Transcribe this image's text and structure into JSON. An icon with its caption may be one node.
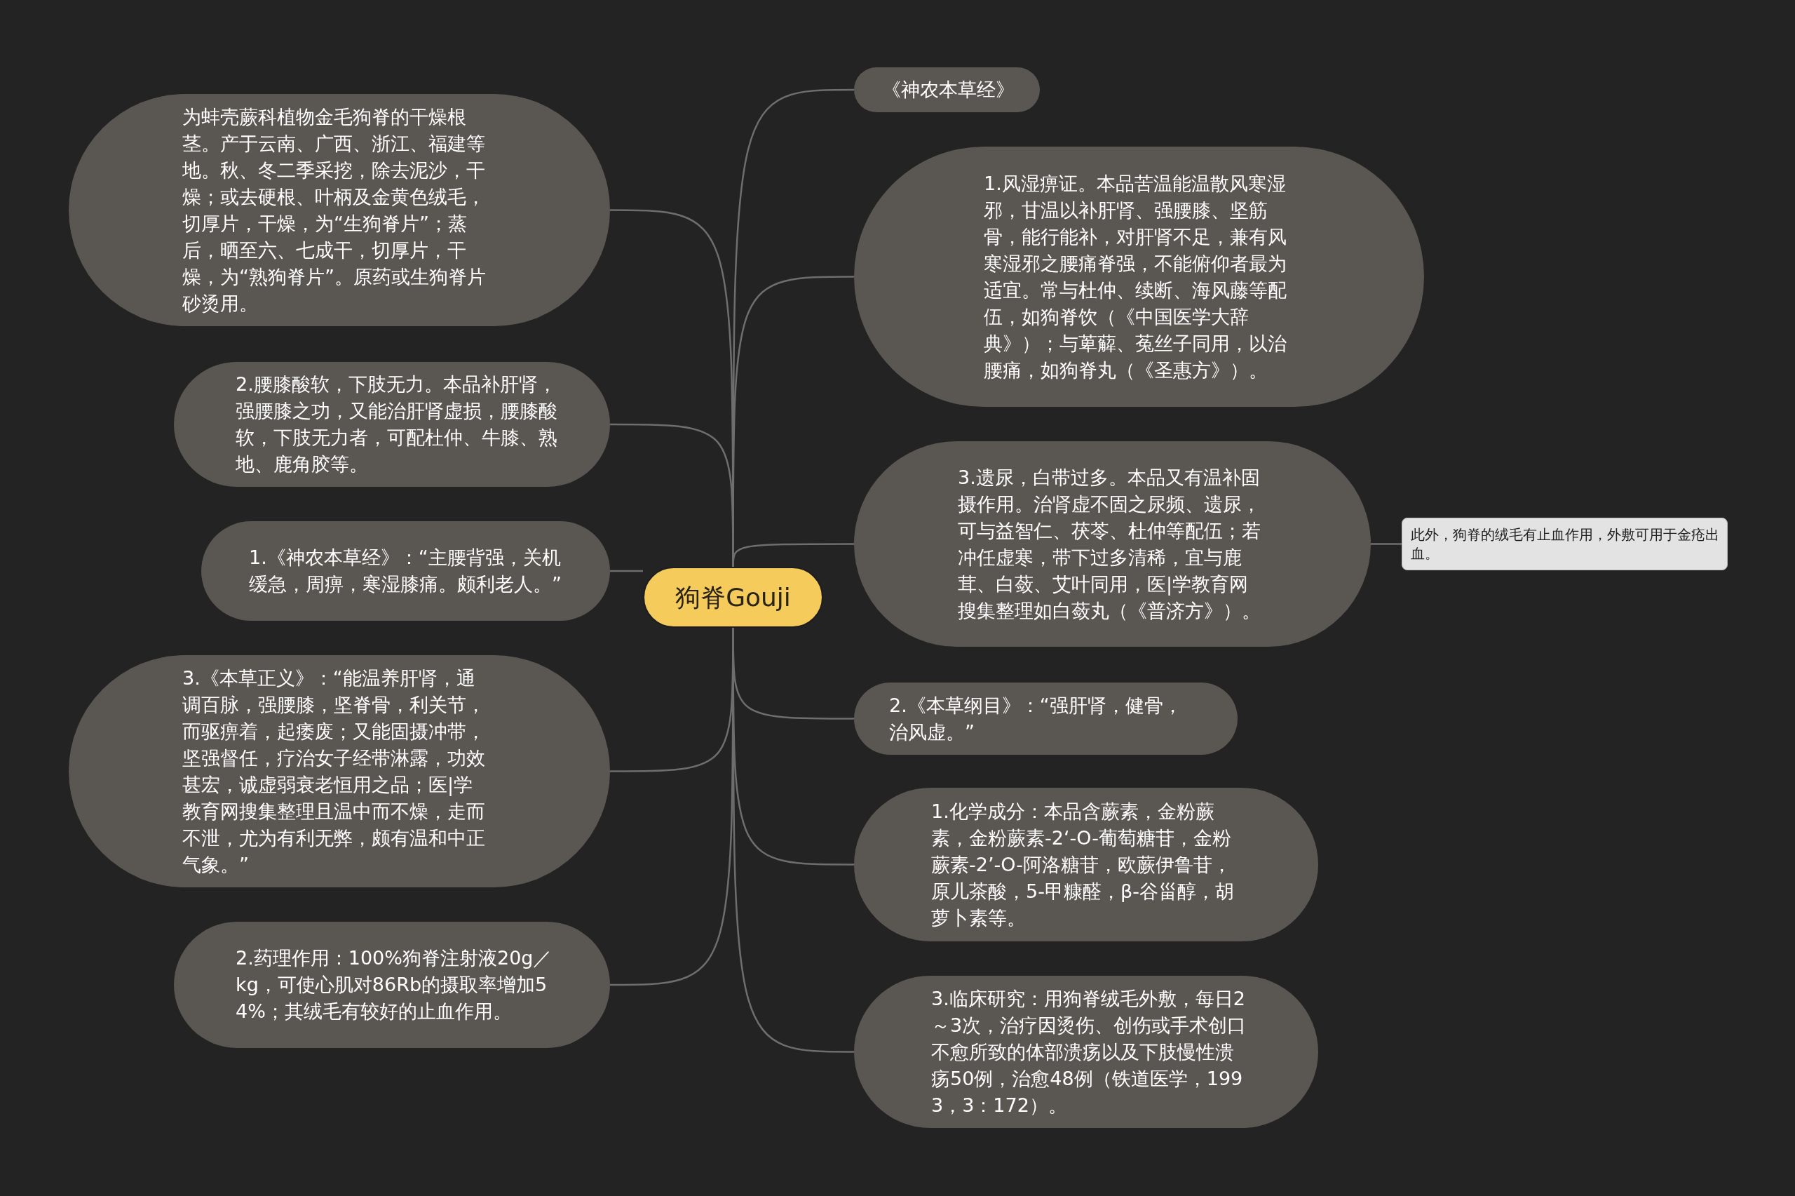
{
  "diagram": {
    "nodes": [
      {
        "text": [
          "狗脊Gouji"
        ]
      },
      {
        "text": [
          "为蚌壳蕨科植物金毛狗脊的干燥根茎。产于云南、广西、浙江、福建等地。秋、冬二季采挖，除去泥沙，干燥；或去硬根、叶柄及金黄色绒毛，切厚片，干燥，为“生狗脊片”；蒸后，晒至六、七成干，切厚片，干燥，为“熟狗脊片”。原药或生狗脊片砂烫用。"
        ]
      },
      {
        "text": [
          "2.腰膝酸软，下肢无力。本品补肝肾，强腰膝之功，又能治肝肾虚损，腰膝酸软，下肢无力者，可配杜仲、牛膝、熟地、鹿角胶等。"
        ]
      },
      {
        "text": [
          "1.《神农本草经》：“主腰背强，关机缓急，周痹，寒湿膝痛。颇利老人。”"
        ]
      },
      {
        "text": [
          "3.《本草正义》：“能温养肝肾，通调百脉，强腰膝，坚脊骨，利关节，而驱痹着，起痿废；又能固摄冲带，坚强督任，疗治女子经带淋露，功效甚宏，诚虚弱衰老恒用之品；医|学教育网搜集整理且温中而不燥，走而不泄，尤为有利无弊，颇有温和中正气象。”"
        ]
      },
      {
        "text": [
          "2.药理作用：100%狗脊注射液20g／kg，可使心肌对86Rb的摄取率增加54%；其绒毛有较好的止血作用。"
        ]
      },
      {
        "text": [
          "《神农本草经》"
        ]
      },
      {
        "text": [
          "1.风湿痹证。本品苦温能温散风寒湿邪，甘温以补肝肾、强腰膝、坚筋骨，能行能补，对肝肾不足，兼有风寒湿邪之腰痛脊强，不能俯仰者最为适宜。常与杜仲、续断、海风藤等配伍，如狗脊饮（《中国医学大辞典》）；与萆薢、菟丝子同用，以治腰痛，如狗脊丸（《圣惠方》）。"
        ]
      },
      {
        "text": [
          "3.遗尿，白带过多。本品又有温补固摄作用。治肾虚不固之尿频、遗尿，可与益智仁、茯苓、杜仲等配伍；若冲任虚寒，带下过多清稀，宜与鹿茸、白蔹、艾叶同用，医|学教育网搜集整理如白蔹丸（《普济方》）。"
        ]
      },
      {
        "text": [
          "此外，狗脊的绒毛有止血作用，外敷可用于金疮出血。"
        ]
      },
      {
        "text": [
          "2.《本草纲目》：“强肝肾，健骨，治风虚。”"
        ]
      },
      {
        "text": [
          "1.化学成分：本品含蕨素，金粉蕨素，金粉蕨素-2‘-O-葡萄糖苷，金粉蕨素-2’-O-阿洛糖苷，欧蕨伊鲁苷，原儿茶酸，5-甲糠醛，β-谷甾醇，胡萝卜素等。"
        ]
      },
      {
        "text": [
          "3.临床研究：用狗脊绒毛外敷，每日2～3次，治疗因烫伤、创伤或手术创口不愈所致的体部溃疡以及下肢慢性溃疡50例，治愈48例（铁道医学，1993，3：172）。"
        ]
      }
    ],
    "edges": [
      {
        "from": 0,
        "to": 1,
        "arrow": "none"
      },
      {
        "from": 0,
        "to": 2,
        "arrow": "none"
      },
      {
        "from": 0,
        "to": 3,
        "arrow": "none"
      },
      {
        "from": 0,
        "to": 4,
        "arrow": "none"
      },
      {
        "from": 0,
        "to": 5,
        "arrow": "none"
      },
      {
        "from": 0,
        "to": 6,
        "arrow": "none"
      },
      {
        "from": 0,
        "to": 7,
        "arrow": "none"
      },
      {
        "from": 0,
        "to": 8,
        "arrow": "none"
      },
      {
        "from": 8,
        "to": 9,
        "arrow": "none"
      },
      {
        "from": 0,
        "to": 10,
        "arrow": "none"
      },
      {
        "from": 0,
        "to": 11,
        "arrow": "none"
      },
      {
        "from": 0,
        "to": 12,
        "arrow": "none"
      }
    ]
  }
}
